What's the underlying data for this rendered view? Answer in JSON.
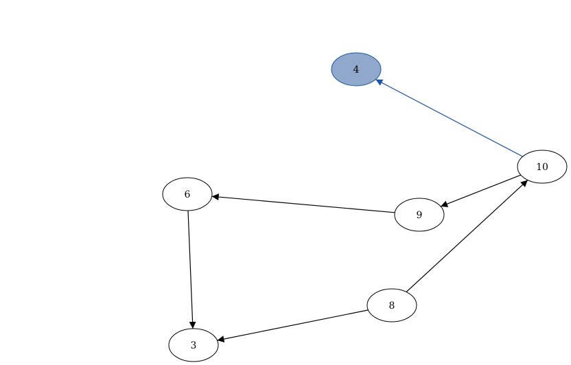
{
  "graph": {
    "nodes": [
      {
        "id": "4",
        "label": "4",
        "highlighted": true
      },
      {
        "id": "10",
        "label": "10",
        "highlighted": false
      },
      {
        "id": "6",
        "label": "6",
        "highlighted": false
      },
      {
        "id": "9",
        "label": "9",
        "highlighted": false
      },
      {
        "id": "8",
        "label": "8",
        "highlighted": false
      },
      {
        "id": "3",
        "label": "3",
        "highlighted": false
      }
    ],
    "edges": [
      {
        "from": "10",
        "to": "4",
        "highlighted": true
      },
      {
        "from": "10",
        "to": "9",
        "highlighted": false
      },
      {
        "from": "9",
        "to": "6",
        "highlighted": false
      },
      {
        "from": "8",
        "to": "10",
        "highlighted": false
      },
      {
        "from": "6",
        "to": "3",
        "highlighted": false
      },
      {
        "from": "8",
        "to": "3",
        "highlighted": false
      }
    ],
    "colors": {
      "highlight_fill": "#8fa8cb",
      "highlight_stroke": "#1f55a8",
      "default_fill": "#ffffff",
      "default_stroke": "#000000",
      "background": "#ffffff"
    }
  }
}
